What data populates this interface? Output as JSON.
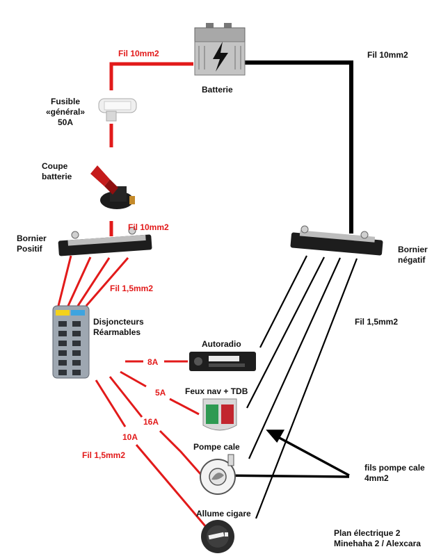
{
  "colors": {
    "positive": "#e21a1a",
    "negative": "#000000",
    "text": "#111111"
  },
  "labels": {
    "wire_top_red": "Fil 10mm2",
    "wire_top_black": "Fil 10mm2",
    "battery": "Batterie",
    "fuse": "Fusible\n«général»\n50A",
    "cutoff": "Coupe\nbatterie",
    "wire_mid_red": "Fil 10mm2",
    "pos_busbar": "Bornier\nPositif",
    "neg_busbar": "Bornier\nnégatif",
    "wire_15_red": "Fil 1,5mm2",
    "breakers": "Disjoncteurs\nRéarmables",
    "wire_15_black": "Fil 1,5mm2",
    "autoradio": "Autoradio",
    "amp_8": "8A",
    "amp_5": "5A",
    "feux": "Feux nav + TDB",
    "amp_16": "16A",
    "amp_10": "10A",
    "pompe": "Pompe cale",
    "wire_15_red_bottom": "Fil 1,5mm2",
    "pump_wires": "fils pompe cale\n4mm2",
    "cigare": "Allume cigare",
    "title": "Plan électrique 2\nMinehaha 2 / Alexcara"
  },
  "icons": [
    "battery-icon",
    "fuse-icon",
    "battery-switch-icon",
    "positive-busbar-icon",
    "negative-busbar-icon",
    "breaker-panel-icon",
    "autoradio-icon",
    "nav-light-icon",
    "bilge-pump-icon",
    "cigar-lighter-icon"
  ]
}
